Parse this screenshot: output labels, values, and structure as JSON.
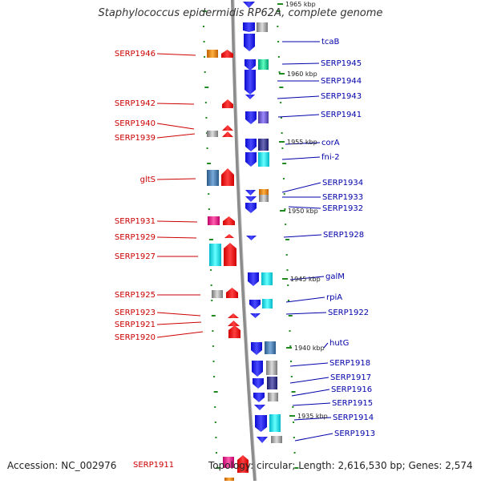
{
  "title": "Staphylococcus epidermidis RP62A, complete genome",
  "footer": {
    "accession": "Accession: NC_002976",
    "topology": "Topology: circular; Length: 2,616,530 bp; Genes: 2,574",
    "bottom_gene": "SERP1911"
  },
  "kbp_marks": [
    "1965 kbp",
    "1960 kbp",
    "1955 kbp",
    "1950 kbp",
    "1945 kbp",
    "1940 kbp",
    "1935 kbp"
  ],
  "left_labels": [
    "SERP1946",
    "SERP1942",
    "SERP1940",
    "SERP1939",
    "gltS",
    "SERP1931",
    "SERP1929",
    "SERP1927",
    "SERP1925",
    "SERP1923",
    "SERP1921",
    "SERP1920"
  ],
  "right_labels": [
    "tcaB",
    "SERP1945",
    "SERP1944",
    "SERP1943",
    "SERP1941",
    "corA",
    "fni-2",
    "SERP1934",
    "SERP1933",
    "SERP1932",
    "SERP1928",
    "galM",
    "rpiA",
    "SERP1922",
    "hutG",
    "SERP1918",
    "SERP1917",
    "SERP1916",
    "SERP1915",
    "SERP1914",
    "SERP1913"
  ],
  "colors": {
    "backbone": "#8c8c8c",
    "left_label": "#cc0000",
    "right_label": "#0000aa",
    "forward_gene": "#ee1111",
    "reverse_gene": "#1a1aee",
    "tick": "#1f8a1f"
  }
}
